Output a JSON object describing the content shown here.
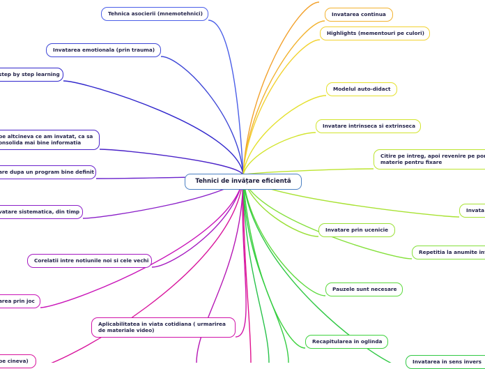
{
  "central_topic": "Tehnici de invățare eficientă",
  "branches": [
    {
      "id": "mnemo",
      "label": "Tehnica asocierii (mnemotehnici)",
      "color": "#4a5ee8"
    },
    {
      "id": "emo",
      "label": "Invatarea emotionala (prin trauma)",
      "color": "#3d46d6"
    },
    {
      "id": "step",
      "label": "step by step learning",
      "color": "#3026cc"
    },
    {
      "id": "explain",
      "label": "pe altcineva ce am invatat, ca sa\nonsolida mai bine informatia",
      "color": "#4a22c8"
    },
    {
      "id": "prog",
      "label": "are dupa un program bine definit",
      "color": "#6a22cc"
    },
    {
      "id": "sist",
      "label": "vatare sistematica, din timp",
      "color": "#8a1ec8"
    },
    {
      "id": "corel",
      "label": "Corelatii intre notiunile noi si cele vechi",
      "color": "#a418c0"
    },
    {
      "id": "joc",
      "label": "area prin joc",
      "color": "#c914b8"
    },
    {
      "id": "aplic",
      "label": "Aplicabilitatea in viata cotidiana ( urmarirea\nde materiale video)",
      "color": "#d012a8"
    },
    {
      "id": "cineva",
      "label": "pe cineva)",
      "color": "#d8149c"
    },
    {
      "id": "top_orange",
      "label": "",
      "color": "#f2a12c"
    },
    {
      "id": "contin",
      "label": "Invatarea continua",
      "color": "#f2b22e"
    },
    {
      "id": "highl",
      "label": "Highlights (mementouri pe culori)",
      "color": "#f2d230"
    },
    {
      "id": "autodid",
      "label": "Modelul auto-didact",
      "color": "#e4e02c"
    },
    {
      "id": "intrins",
      "label": "Invatare intrinseca si extrinseca",
      "color": "#d2e42c"
    },
    {
      "id": "citire",
      "label": "Citire pe intreg, apoi revenire pe port\nmaterie pentru fixare",
      "color": "#bce42e"
    },
    {
      "id": "invata_r",
      "label": "Invata",
      "color": "#a8e232"
    },
    {
      "id": "ucenic",
      "label": "Invatare prin ucenicie",
      "color": "#9ae036"
    },
    {
      "id": "repet",
      "label": "Repetitia la anumite int",
      "color": "#84e03a"
    },
    {
      "id": "pauze",
      "label": "Pauzele sunt necesare",
      "color": "#5cda3c"
    },
    {
      "id": "oglinda",
      "label": "Recapitularea in oglinda",
      "color": "#3ed23e"
    },
    {
      "id": "invers",
      "label": "Invatarea in sens invers",
      "color": "#30c844"
    }
  ]
}
